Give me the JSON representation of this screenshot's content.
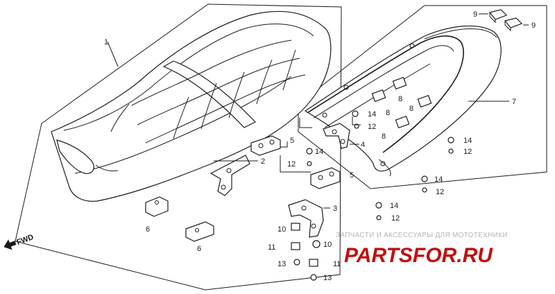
{
  "diagram": {
    "callouts": {
      "c1": "1",
      "c2": "2",
      "c3": "3",
      "c4": "4",
      "c5a": "5",
      "c5b": "5",
      "c6a": "6",
      "c6b": "6",
      "c7": "7",
      "c8a": "8",
      "c8b": "8",
      "c8c": "8",
      "c8d": "8",
      "c9a": "9",
      "c9b": "9",
      "c10a": "10",
      "c10b": "10",
      "c11a": "11",
      "c11b": "11",
      "c12a": "12",
      "c12b": "12",
      "c12c": "12",
      "c12d": "12",
      "c12e": "12",
      "c13a": "13",
      "c13b": "13",
      "c14a": "14",
      "c14b": "14",
      "c14c": "14",
      "c14d": "14",
      "c14e": "14"
    },
    "direction_label": "FWD"
  },
  "watermark": {
    "tagline": "ЗАПЧАСТИ И АКСЕССУАРЫ ДЛЯ МОТОТЕХНИКИ",
    "logo": "PARTSFOR.RU",
    "logo_color": "#c20f0f"
  }
}
